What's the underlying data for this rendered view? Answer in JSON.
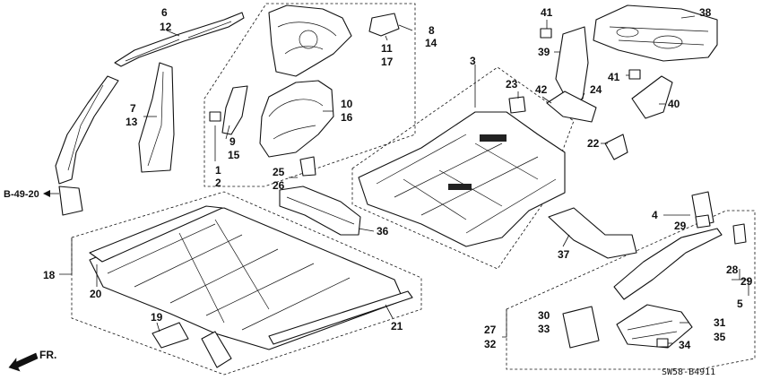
{
  "diagram": {
    "reference": "B-49-20",
    "direction_label": "FR.",
    "diagram_code": "SW58-B4911",
    "callouts": [
      {
        "id": "c6",
        "text": "6"
      },
      {
        "id": "c12",
        "text": "12"
      },
      {
        "id": "c7",
        "text": "7"
      },
      {
        "id": "c13",
        "text": "13"
      },
      {
        "id": "c9",
        "text": "9"
      },
      {
        "id": "c15",
        "text": "15"
      },
      {
        "id": "c1",
        "text": "1"
      },
      {
        "id": "c2",
        "text": "2"
      },
      {
        "id": "c10",
        "text": "10"
      },
      {
        "id": "c16",
        "text": "16"
      },
      {
        "id": "c8",
        "text": "8"
      },
      {
        "id": "c14",
        "text": "14"
      },
      {
        "id": "c11",
        "text": "11"
      },
      {
        "id": "c17",
        "text": "17"
      },
      {
        "id": "c41a",
        "text": "41"
      },
      {
        "id": "c39",
        "text": "39"
      },
      {
        "id": "c38",
        "text": "38"
      },
      {
        "id": "c41b",
        "text": "41"
      },
      {
        "id": "c40",
        "text": "40"
      },
      {
        "id": "c3",
        "text": "3"
      },
      {
        "id": "c23",
        "text": "23"
      },
      {
        "id": "c42",
        "text": "42"
      },
      {
        "id": "c24",
        "text": "24"
      },
      {
        "id": "c22",
        "text": "22"
      },
      {
        "id": "c25",
        "text": "25"
      },
      {
        "id": "c26",
        "text": "26"
      },
      {
        "id": "c36",
        "text": "36"
      },
      {
        "id": "c18",
        "text": "18"
      },
      {
        "id": "c20",
        "text": "20"
      },
      {
        "id": "c19",
        "text": "19"
      },
      {
        "id": "c21",
        "text": "21"
      },
      {
        "id": "c37",
        "text": "37"
      },
      {
        "id": "c4",
        "text": "4"
      },
      {
        "id": "c29a",
        "text": "29"
      },
      {
        "id": "c28",
        "text": "28"
      },
      {
        "id": "c29b",
        "text": "29"
      },
      {
        "id": "c5",
        "text": "5"
      },
      {
        "id": "c27",
        "text": "27"
      },
      {
        "id": "c32",
        "text": "32"
      },
      {
        "id": "c30",
        "text": "30"
      },
      {
        "id": "c33",
        "text": "33"
      },
      {
        "id": "c31",
        "text": "31"
      },
      {
        "id": "c35",
        "text": "35"
      },
      {
        "id": "c34",
        "text": "34"
      }
    ]
  }
}
